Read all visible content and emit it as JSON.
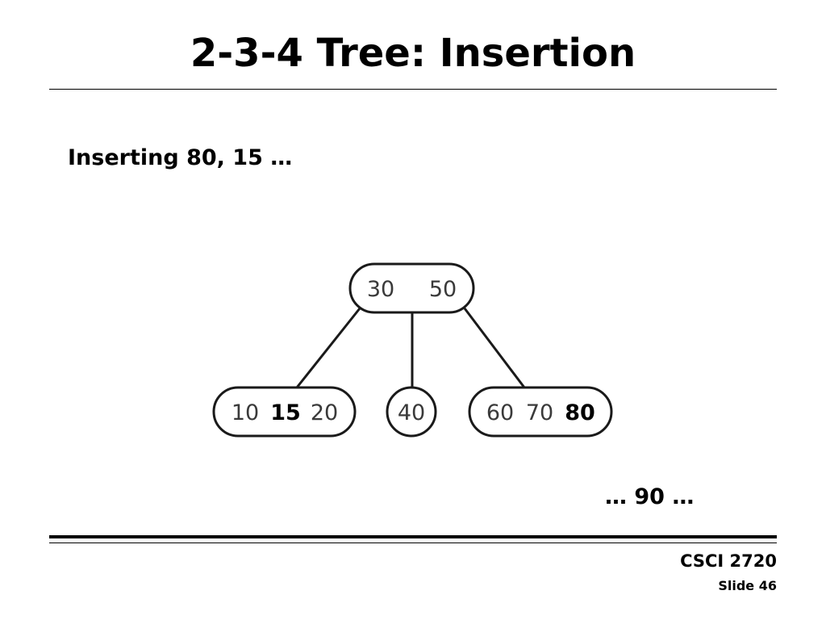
{
  "title": "2-3-4 Tree: Insertion",
  "subtitle": "Inserting 80, 15 …",
  "tree": {
    "root": {
      "keys": [
        {
          "value": "30",
          "new": false
        },
        {
          "value": "50",
          "new": false
        }
      ]
    },
    "children": [
      {
        "keys": [
          {
            "value": "10",
            "new": false
          },
          {
            "value": "15",
            "new": true
          },
          {
            "value": "20",
            "new": false
          }
        ]
      },
      {
        "keys": [
          {
            "value": "40",
            "new": false
          }
        ]
      },
      {
        "keys": [
          {
            "value": "60",
            "new": false
          },
          {
            "value": "70",
            "new": false
          },
          {
            "value": "80",
            "new": true
          }
        ]
      }
    ]
  },
  "next_note": "… 90 …",
  "footer": {
    "course": "CSCI 2720",
    "slide_label": "Slide 46"
  }
}
